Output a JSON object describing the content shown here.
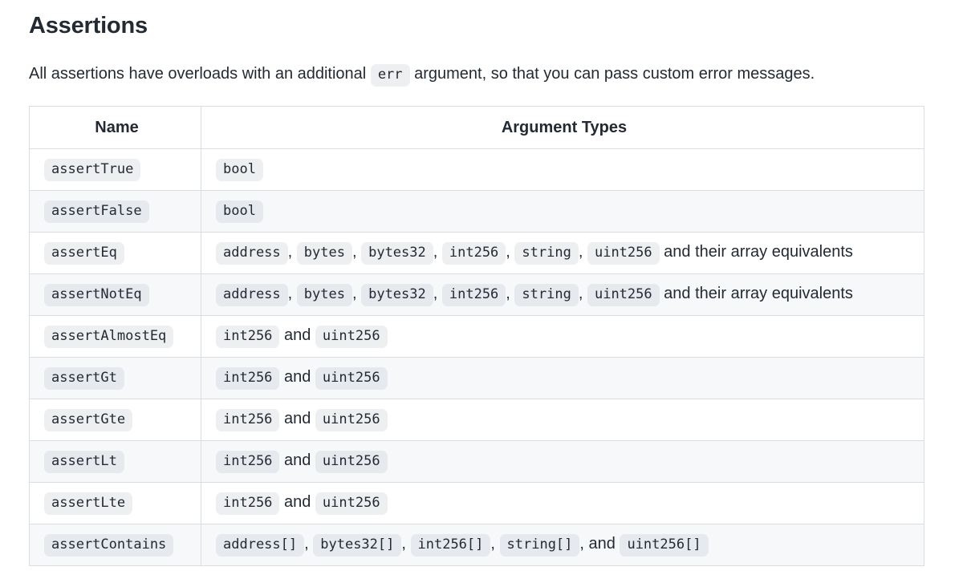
{
  "page": {
    "title": "Assertions",
    "intro": {
      "before_code": "All assertions have overloads with an additional",
      "code": "err",
      "after_code": "argument, so that you can pass custom error messages."
    }
  },
  "table": {
    "headers": [
      "Name",
      "Argument Types"
    ],
    "rows": [
      {
        "name": "assertTrue",
        "args": [
          {
            "type": "code",
            "text": "bool"
          }
        ]
      },
      {
        "name": "assertFalse",
        "args": [
          {
            "type": "code",
            "text": "bool"
          }
        ]
      },
      {
        "name": "assertEq",
        "args": [
          {
            "type": "code",
            "text": "address"
          },
          {
            "type": "text",
            "text": ", "
          },
          {
            "type": "code",
            "text": "bytes"
          },
          {
            "type": "text",
            "text": ", "
          },
          {
            "type": "code",
            "text": "bytes32"
          },
          {
            "type": "text",
            "text": ", "
          },
          {
            "type": "code",
            "text": "int256"
          },
          {
            "type": "text",
            "text": ", "
          },
          {
            "type": "code",
            "text": "string"
          },
          {
            "type": "text",
            "text": ", "
          },
          {
            "type": "code",
            "text": "uint256"
          },
          {
            "type": "text",
            "text": " and their array equivalents"
          }
        ]
      },
      {
        "name": "assertNotEq",
        "args": [
          {
            "type": "code",
            "text": "address"
          },
          {
            "type": "text",
            "text": ", "
          },
          {
            "type": "code",
            "text": "bytes"
          },
          {
            "type": "text",
            "text": ", "
          },
          {
            "type": "code",
            "text": "bytes32"
          },
          {
            "type": "text",
            "text": ", "
          },
          {
            "type": "code",
            "text": "int256"
          },
          {
            "type": "text",
            "text": ", "
          },
          {
            "type": "code",
            "text": "string"
          },
          {
            "type": "text",
            "text": ", "
          },
          {
            "type": "code",
            "text": "uint256"
          },
          {
            "type": "text",
            "text": " and their array equivalents"
          }
        ]
      },
      {
        "name": "assertAlmostEq",
        "args": [
          {
            "type": "code",
            "text": "int256"
          },
          {
            "type": "text",
            "text": " and "
          },
          {
            "type": "code",
            "text": "uint256"
          }
        ]
      },
      {
        "name": "assertGt",
        "args": [
          {
            "type": "code",
            "text": "int256"
          },
          {
            "type": "text",
            "text": " and "
          },
          {
            "type": "code",
            "text": "uint256"
          }
        ]
      },
      {
        "name": "assertGte",
        "args": [
          {
            "type": "code",
            "text": "int256"
          },
          {
            "type": "text",
            "text": " and "
          },
          {
            "type": "code",
            "text": "uint256"
          }
        ]
      },
      {
        "name": "assertLt",
        "args": [
          {
            "type": "code",
            "text": "int256"
          },
          {
            "type": "text",
            "text": " and "
          },
          {
            "type": "code",
            "text": "uint256"
          }
        ]
      },
      {
        "name": "assertLte",
        "args": [
          {
            "type": "code",
            "text": "int256"
          },
          {
            "type": "text",
            "text": " and "
          },
          {
            "type": "code",
            "text": "uint256"
          }
        ]
      },
      {
        "name": "assertContains",
        "args": [
          {
            "type": "code",
            "text": "address[]"
          },
          {
            "type": "text",
            "text": ", "
          },
          {
            "type": "code",
            "text": "bytes32[]"
          },
          {
            "type": "text",
            "text": ", "
          },
          {
            "type": "code",
            "text": "int256[]"
          },
          {
            "type": "text",
            "text": ", "
          },
          {
            "type": "code",
            "text": "string[]"
          },
          {
            "type": "text",
            "text": ", and "
          },
          {
            "type": "code",
            "text": "uint256[]"
          }
        ]
      }
    ]
  },
  "colors": {
    "text": "#242a33",
    "border": "#d8dee4",
    "stripe": "#f6f8fa",
    "page-bg": "#ffffff"
  }
}
